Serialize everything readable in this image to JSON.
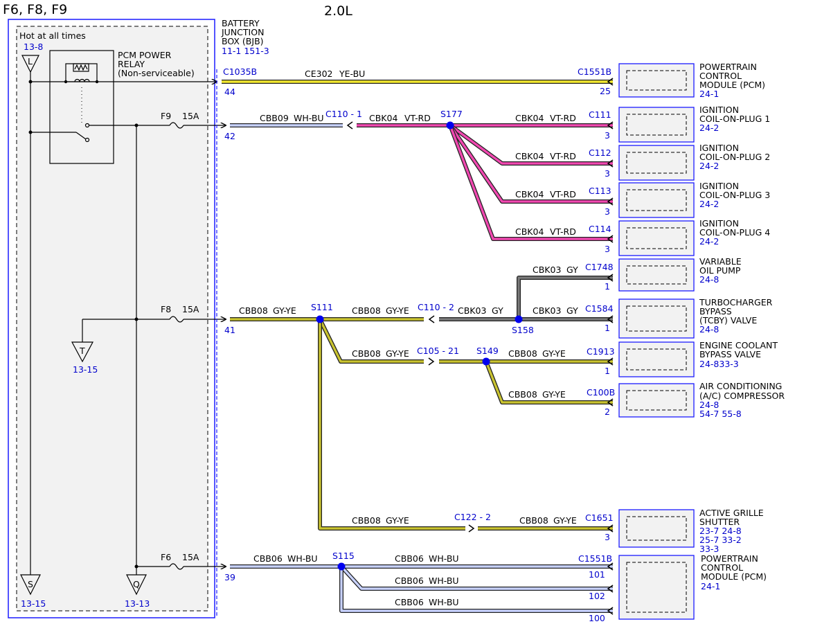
{
  "page_title": "F6, F8, F9",
  "engine": "2.0L",
  "left_box": {
    "hot_label": "Hot at all times",
    "ref_top": "13-8",
    "relay_lines": [
      "PCM POWER",
      "RELAY",
      "(Non-serviceable)"
    ],
    "fuse_f9": {
      "name": "F9",
      "amps": "15A"
    },
    "fuse_f8": {
      "name": "F8",
      "amps": "15A"
    },
    "fuse_f6": {
      "name": "F6",
      "amps": "15A"
    },
    "ground_L": "L",
    "ground_T": "T",
    "ground_T_ref": "13-15",
    "ground_S": "S",
    "ground_S_ref": "13-15",
    "ground_Q": "Q",
    "ground_Q_ref": "13-13"
  },
  "bjb": {
    "lines": [
      "BATTERY",
      "JUNCTION",
      "BOX (BJB)"
    ],
    "refs": "11-1   151-3"
  },
  "conn": {
    "c1035b": "C1035B",
    "pin44": "44",
    "ce302": "CE302",
    "yebu": "YE-BU",
    "c1551b_top": "C1551B",
    "pin25": "25",
    "pin42": "42",
    "cbb09": "CBB09",
    "whbu": "WH-BU",
    "c110_1": "C110 - 1",
    "cbk04": "CBK04",
    "vtrd": "VT-RD",
    "s177": "S177",
    "c111": "C111",
    "c112": "C112",
    "c113": "C113",
    "c114": "C114",
    "pin3": "3",
    "cbk03": "CBK03",
    "gy": "GY",
    "c1748": "C1748",
    "pin1": "1",
    "pin41": "41",
    "cbb08": "CBB08",
    "gyye": "GY-YE",
    "s111": "S111",
    "c110_2": "C110 - 2",
    "s158": "S158",
    "c1584": "C1584",
    "c105_21": "C105 - 21",
    "s149": "S149",
    "c1913": "C1913",
    "c100b": "C100B",
    "pin2": "2",
    "c122_2": "C122 - 2",
    "c1651": "C1651",
    "pin39": "39",
    "cbb06": "CBB06",
    "s115": "S115",
    "c1551b_bot": "C1551B",
    "pin101": "101",
    "pin102": "102",
    "pin100": "100"
  },
  "components": {
    "pcm_top": {
      "lines": [
        "POWERTRAIN",
        "CONTROL",
        "MODULE (PCM)"
      ],
      "ref": "24-1"
    },
    "coil1": {
      "lines": [
        "IGNITION",
        "COIL-ON-PLUG 1"
      ],
      "ref": "24-2"
    },
    "coil2": {
      "lines": [
        "IGNITION",
        "COIL-ON-PLUG 2"
      ],
      "ref": "24-2"
    },
    "coil3": {
      "lines": [
        "IGNITION",
        "COIL-ON-PLUG 3"
      ],
      "ref": "24-2"
    },
    "coil4": {
      "lines": [
        "IGNITION",
        "COIL-ON-PLUG 4"
      ],
      "ref": "24-2"
    },
    "oil_pump": {
      "lines": [
        "VARIABLE",
        "OIL PUMP"
      ],
      "ref": "24-8"
    },
    "tcby": {
      "lines": [
        "TURBOCHARGER",
        "BYPASS",
        "(TCBY) VALVE"
      ],
      "ref": "24-8"
    },
    "coolant": {
      "lines": [
        "ENGINE COOLANT",
        "BYPASS VALVE"
      ],
      "ref": "24-833-3"
    },
    "ac": {
      "lines": [
        "AIR CONDITIONING",
        "(A/C) COMPRESSOR"
      ],
      "refs": [
        "24-8",
        "54-7  55-8"
      ]
    },
    "grille": {
      "lines": [
        "ACTIVE GRILLE",
        "SHUTTER"
      ],
      "refs": [
        "23-7   24-8",
        "25-7   33-2",
        "33-3"
      ]
    },
    "pcm_bot": {
      "lines": [
        "POWERTRAIN",
        "CONTROL",
        "MODULE (PCM)"
      ],
      "ref": "24-1"
    }
  },
  "colors": {
    "frame_blue": "#1a1aff",
    "ye_bu_fill": "#f2e830",
    "vt_rd_fill": "#f048b0",
    "gy_fill": "#7a7a7a",
    "gy_ye_fill": "#c9c330",
    "wh_bu_fill": "#c8d2ff",
    "splice": "#0000ee"
  }
}
